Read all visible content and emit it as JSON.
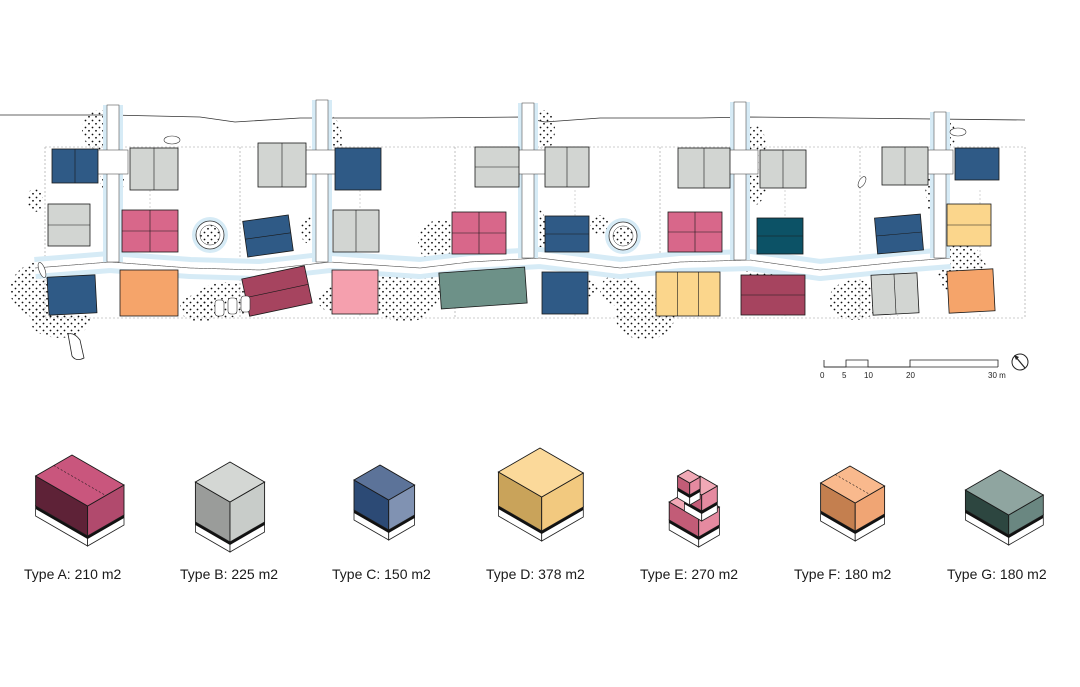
{
  "colors": {
    "A": {
      "top": "#c9567d",
      "left": "#5e2237",
      "right": "#b14a6d",
      "plan": "#a6445f"
    },
    "B": {
      "top": "#d4d7d4",
      "left": "#9a9c9a",
      "right": "#c8ccc9",
      "plan": "#d2d5d2"
    },
    "C": {
      "top": "#5c7399",
      "left": "#2c4a75",
      "right": "#8092b2",
      "plan": "#2f5a86"
    },
    "D": {
      "top": "#fbd99a",
      "left": "#c9a35a",
      "right": "#f2c97f",
      "plan": "#fbd68c"
    },
    "E": {
      "top": "#f1a9b6",
      "left": "#c25c77",
      "right": "#e58aa0",
      "plan": "#d8678a"
    },
    "F": {
      "top": "#f9b98d",
      "left": "#c47f4f",
      "right": "#f0a574",
      "plan": "#f5a46a"
    },
    "G": {
      "top": "#8fa5a0",
      "left": "#2d4640",
      "right": "#6a8781",
      "plan": "#6d9188"
    },
    "P": {
      "plan": "#f5a0ae"
    },
    "T": {
      "plan": "#0c5266"
    }
  },
  "types": [
    {
      "key": "A",
      "label": "Type A: 210 m2"
    },
    {
      "key": "B",
      "label": "Type B: 225 m2"
    },
    {
      "key": "C",
      "label": "Type C: 150 m2"
    },
    {
      "key": "D",
      "label": "Type D: 378 m2"
    },
    {
      "key": "E",
      "label": "Type E: 270 m2"
    },
    {
      "key": "F",
      "label": "Type F: 180 m2"
    },
    {
      "key": "G",
      "label": "Type G: 180 m2"
    }
  ],
  "scale_bar": {
    "ticks": [
      "0",
      "5",
      "10",
      "20",
      "30 m"
    ]
  },
  "north_arrow_icon": "north-arrow-icon"
}
